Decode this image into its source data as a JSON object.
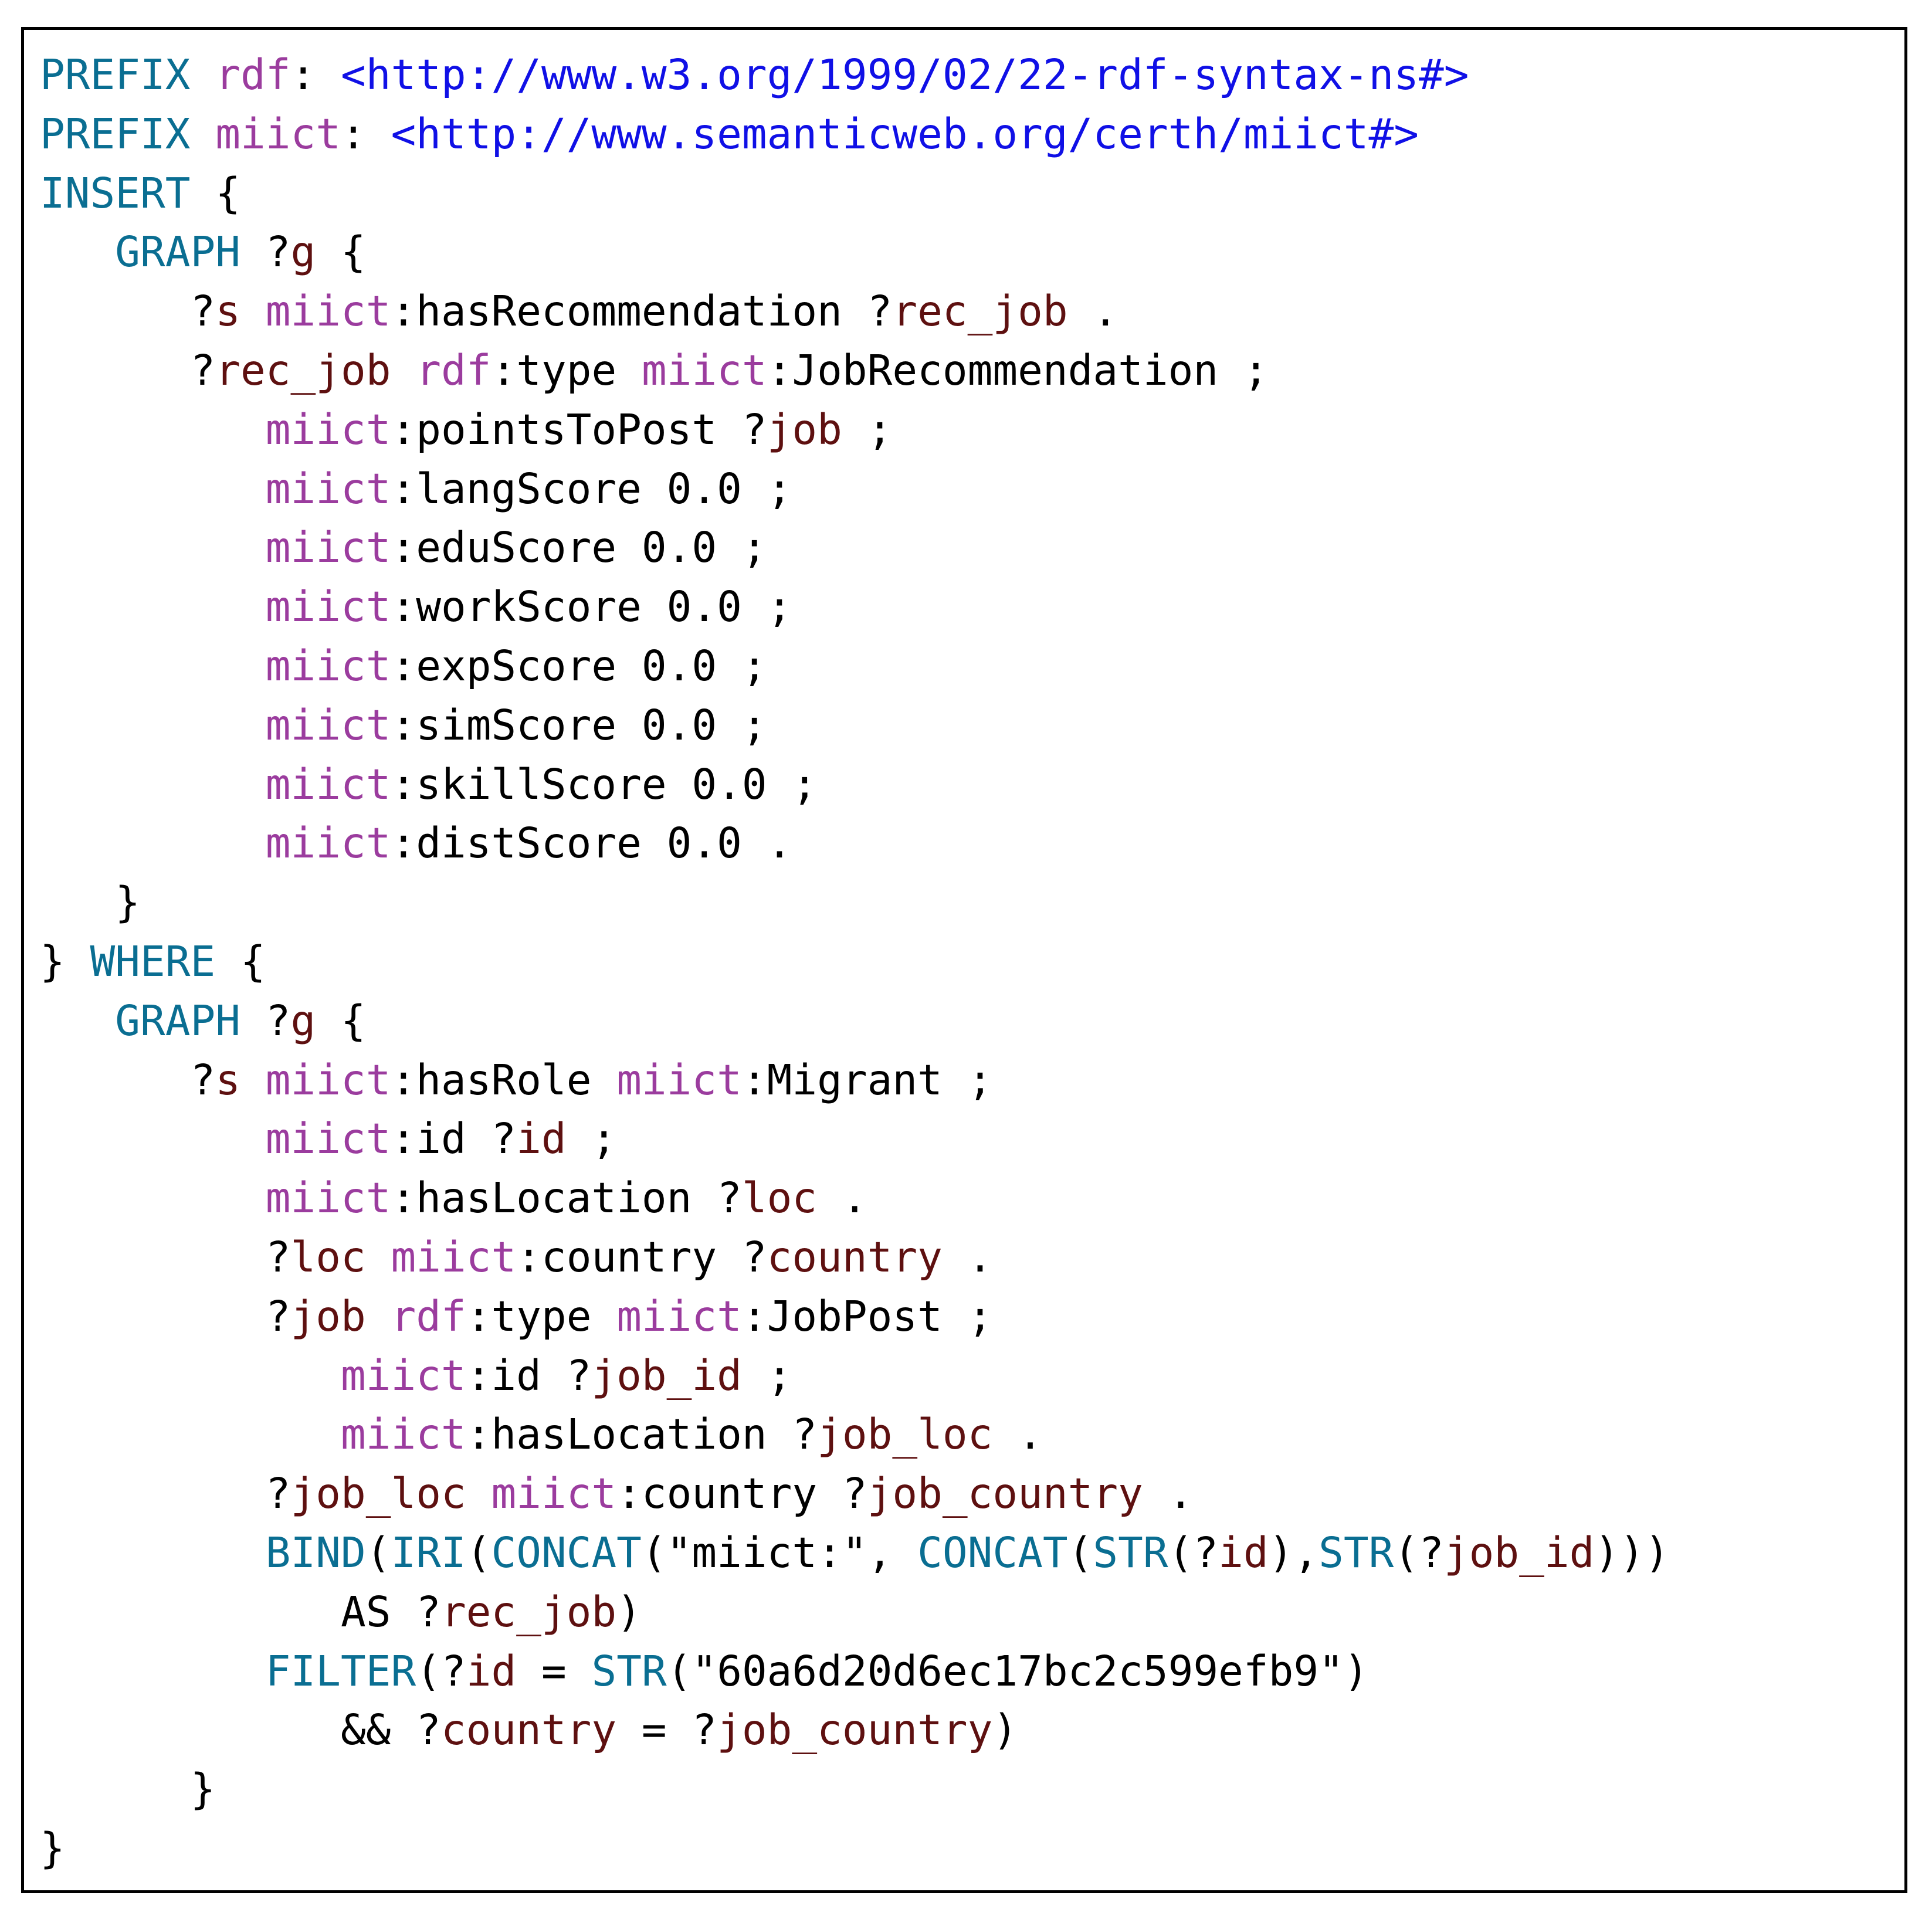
{
  "colors": {
    "keyword": "#0a6e92",
    "prefix": "#9b3c9e",
    "variable": "#5e1010",
    "iri": "#1010e6",
    "plain": "#000000",
    "border": "#000000"
  },
  "code_lines": [
    [
      {
        "t": "kw",
        "v": "PREFIX"
      },
      {
        "t": "plain",
        "v": " "
      },
      {
        "t": "prefix",
        "v": "rdf"
      },
      {
        "t": "plain",
        "v": ": "
      },
      {
        "t": "iri",
        "v": "<http://www.w3.org/1999/02/22-rdf-syntax-ns#>"
      }
    ],
    [
      {
        "t": "kw",
        "v": "PREFIX"
      },
      {
        "t": "plain",
        "v": " "
      },
      {
        "t": "prefix",
        "v": "miict"
      },
      {
        "t": "plain",
        "v": ": "
      },
      {
        "t": "iri",
        "v": "<http://www.semanticweb.org/certh/miict#>"
      }
    ],
    [
      {
        "t": "kw",
        "v": "INSERT"
      },
      {
        "t": "plain",
        "v": " {"
      }
    ],
    [
      {
        "t": "plain",
        "v": "   "
      },
      {
        "t": "kw",
        "v": "GRAPH"
      },
      {
        "t": "plain",
        "v": " ?"
      },
      {
        "t": "var",
        "v": "g"
      },
      {
        "t": "plain",
        "v": " {"
      }
    ],
    [
      {
        "t": "plain",
        "v": "      ?"
      },
      {
        "t": "var",
        "v": "s"
      },
      {
        "t": "plain",
        "v": " "
      },
      {
        "t": "prefix",
        "v": "miict"
      },
      {
        "t": "plain",
        "v": ":hasRecommendation ?"
      },
      {
        "t": "var",
        "v": "rec_job"
      },
      {
        "t": "plain",
        "v": " ."
      }
    ],
    [
      {
        "t": "plain",
        "v": "      ?"
      },
      {
        "t": "var",
        "v": "rec_job"
      },
      {
        "t": "plain",
        "v": " "
      },
      {
        "t": "prefix",
        "v": "rdf"
      },
      {
        "t": "plain",
        "v": ":type "
      },
      {
        "t": "prefix",
        "v": "miict"
      },
      {
        "t": "plain",
        "v": ":JobRecommendation ;"
      }
    ],
    [
      {
        "t": "plain",
        "v": "         "
      },
      {
        "t": "prefix",
        "v": "miict"
      },
      {
        "t": "plain",
        "v": ":pointsToPost ?"
      },
      {
        "t": "var",
        "v": "job"
      },
      {
        "t": "plain",
        "v": " ;"
      }
    ],
    [
      {
        "t": "plain",
        "v": "         "
      },
      {
        "t": "prefix",
        "v": "miict"
      },
      {
        "t": "plain",
        "v": ":langScore 0.0 ;"
      }
    ],
    [
      {
        "t": "plain",
        "v": "         "
      },
      {
        "t": "prefix",
        "v": "miict"
      },
      {
        "t": "plain",
        "v": ":eduScore 0.0 ;"
      }
    ],
    [
      {
        "t": "plain",
        "v": "         "
      },
      {
        "t": "prefix",
        "v": "miict"
      },
      {
        "t": "plain",
        "v": ":workScore 0.0 ;"
      }
    ],
    [
      {
        "t": "plain",
        "v": "         "
      },
      {
        "t": "prefix",
        "v": "miict"
      },
      {
        "t": "plain",
        "v": ":expScore 0.0 ;"
      }
    ],
    [
      {
        "t": "plain",
        "v": "         "
      },
      {
        "t": "prefix",
        "v": "miict"
      },
      {
        "t": "plain",
        "v": ":simScore 0.0 ;"
      }
    ],
    [
      {
        "t": "plain",
        "v": "         "
      },
      {
        "t": "prefix",
        "v": "miict"
      },
      {
        "t": "plain",
        "v": ":skillScore 0.0 ;"
      }
    ],
    [
      {
        "t": "plain",
        "v": "         "
      },
      {
        "t": "prefix",
        "v": "miict"
      },
      {
        "t": "plain",
        "v": ":distScore 0.0 ."
      }
    ],
    [
      {
        "t": "plain",
        "v": "   }"
      }
    ],
    [
      {
        "t": "plain",
        "v": "} "
      },
      {
        "t": "kw",
        "v": "WHERE"
      },
      {
        "t": "plain",
        "v": " {"
      }
    ],
    [
      {
        "t": "plain",
        "v": "   "
      },
      {
        "t": "kw",
        "v": "GRAPH"
      },
      {
        "t": "plain",
        "v": " ?"
      },
      {
        "t": "var",
        "v": "g"
      },
      {
        "t": "plain",
        "v": " {"
      }
    ],
    [
      {
        "t": "plain",
        "v": "      ?"
      },
      {
        "t": "var",
        "v": "s"
      },
      {
        "t": "plain",
        "v": " "
      },
      {
        "t": "prefix",
        "v": "miict"
      },
      {
        "t": "plain",
        "v": ":hasRole "
      },
      {
        "t": "prefix",
        "v": "miict"
      },
      {
        "t": "plain",
        "v": ":Migrant ;"
      }
    ],
    [
      {
        "t": "plain",
        "v": "         "
      },
      {
        "t": "prefix",
        "v": "miict"
      },
      {
        "t": "plain",
        "v": ":id ?"
      },
      {
        "t": "var",
        "v": "id"
      },
      {
        "t": "plain",
        "v": " ;"
      }
    ],
    [
      {
        "t": "plain",
        "v": "         "
      },
      {
        "t": "prefix",
        "v": "miict"
      },
      {
        "t": "plain",
        "v": ":hasLocation ?"
      },
      {
        "t": "var",
        "v": "loc"
      },
      {
        "t": "plain",
        "v": " ."
      }
    ],
    [
      {
        "t": "plain",
        "v": "         ?"
      },
      {
        "t": "var",
        "v": "loc"
      },
      {
        "t": "plain",
        "v": " "
      },
      {
        "t": "prefix",
        "v": "miict"
      },
      {
        "t": "plain",
        "v": ":country ?"
      },
      {
        "t": "var",
        "v": "country"
      },
      {
        "t": "plain",
        "v": " ."
      }
    ],
    [
      {
        "t": "plain",
        "v": "         ?"
      },
      {
        "t": "var",
        "v": "job"
      },
      {
        "t": "plain",
        "v": " "
      },
      {
        "t": "prefix",
        "v": "rdf"
      },
      {
        "t": "plain",
        "v": ":type "
      },
      {
        "t": "prefix",
        "v": "miict"
      },
      {
        "t": "plain",
        "v": ":JobPost ;"
      }
    ],
    [
      {
        "t": "plain",
        "v": "            "
      },
      {
        "t": "prefix",
        "v": "miict"
      },
      {
        "t": "plain",
        "v": ":id ?"
      },
      {
        "t": "var",
        "v": "job_id"
      },
      {
        "t": "plain",
        "v": " ;"
      }
    ],
    [
      {
        "t": "plain",
        "v": "            "
      },
      {
        "t": "prefix",
        "v": "miict"
      },
      {
        "t": "plain",
        "v": ":hasLocation ?"
      },
      {
        "t": "var",
        "v": "job_loc"
      },
      {
        "t": "plain",
        "v": " ."
      }
    ],
    [
      {
        "t": "plain",
        "v": "         ?"
      },
      {
        "t": "var",
        "v": "job_loc"
      },
      {
        "t": "plain",
        "v": " "
      },
      {
        "t": "prefix",
        "v": "miict"
      },
      {
        "t": "plain",
        "v": ":country ?"
      },
      {
        "t": "var",
        "v": "job_country"
      },
      {
        "t": "plain",
        "v": " ."
      }
    ],
    [
      {
        "t": "plain",
        "v": "         "
      },
      {
        "t": "kw",
        "v": "BIND"
      },
      {
        "t": "plain",
        "v": "("
      },
      {
        "t": "kw",
        "v": "IRI"
      },
      {
        "t": "plain",
        "v": "("
      },
      {
        "t": "kw",
        "v": "CONCAT"
      },
      {
        "t": "plain",
        "v": "(\"miict:\", "
      },
      {
        "t": "kw",
        "v": "CONCAT"
      },
      {
        "t": "plain",
        "v": "("
      },
      {
        "t": "kw",
        "v": "STR"
      },
      {
        "t": "plain",
        "v": "(?"
      },
      {
        "t": "var",
        "v": "id"
      },
      {
        "t": "plain",
        "v": "),"
      },
      {
        "t": "kw",
        "v": "STR"
      },
      {
        "t": "plain",
        "v": "(?"
      },
      {
        "t": "var",
        "v": "job_id"
      },
      {
        "t": "plain",
        "v": ")))"
      }
    ],
    [
      {
        "t": "plain",
        "v": "            AS ?"
      },
      {
        "t": "var",
        "v": "rec_job"
      },
      {
        "t": "plain",
        "v": ")"
      }
    ],
    [
      {
        "t": "plain",
        "v": "         "
      },
      {
        "t": "kw",
        "v": "FILTER"
      },
      {
        "t": "plain",
        "v": "(?"
      },
      {
        "t": "var",
        "v": "id"
      },
      {
        "t": "plain",
        "v": " = "
      },
      {
        "t": "kw",
        "v": "STR"
      },
      {
        "t": "plain",
        "v": "(\"60a6d20d6ec17bc2c599efb9\")"
      }
    ],
    [
      {
        "t": "plain",
        "v": "            && ?"
      },
      {
        "t": "var",
        "v": "country"
      },
      {
        "t": "plain",
        "v": " = ?"
      },
      {
        "t": "var",
        "v": "job_country"
      },
      {
        "t": "plain",
        "v": ")"
      }
    ],
    [
      {
        "t": "plain",
        "v": "      }"
      }
    ],
    [
      {
        "t": "plain",
        "v": "}"
      }
    ]
  ]
}
